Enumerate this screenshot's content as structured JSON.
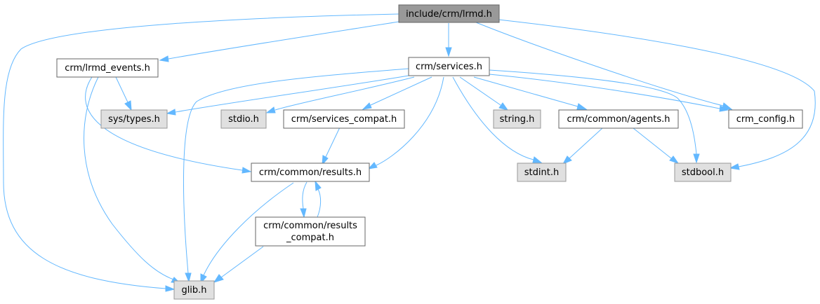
{
  "graph": {
    "nodes": {
      "lrmd": {
        "lines": [
          "include/crm/lrmd.h"
        ]
      },
      "lrmd_events": {
        "lines": [
          "crm/lrmd_events.h"
        ]
      },
      "services": {
        "lines": [
          "crm/services.h"
        ]
      },
      "sys_types": {
        "lines": [
          "sys/types.h"
        ]
      },
      "stdio": {
        "lines": [
          "stdio.h"
        ]
      },
      "services_compat": {
        "lines": [
          "crm/services_compat.h"
        ]
      },
      "string": {
        "lines": [
          "string.h"
        ]
      },
      "agents": {
        "lines": [
          "crm/common/agents.h"
        ]
      },
      "crm_config": {
        "lines": [
          "crm_config.h"
        ]
      },
      "results": {
        "lines": [
          "crm/common/results.h"
        ]
      },
      "stdint": {
        "lines": [
          "stdint.h"
        ]
      },
      "stdbool": {
        "lines": [
          "stdbool.h"
        ]
      },
      "results_compat": {
        "lines": [
          "crm/common/results",
          "_compat.h"
        ]
      },
      "glib": {
        "lines": [
          "glib.h"
        ]
      }
    },
    "colors": {
      "edge": "#63b8ff",
      "main_fill": "#999999",
      "doc_fill": "#ffffff",
      "sys_fill": "#e0e0e0"
    }
  }
}
